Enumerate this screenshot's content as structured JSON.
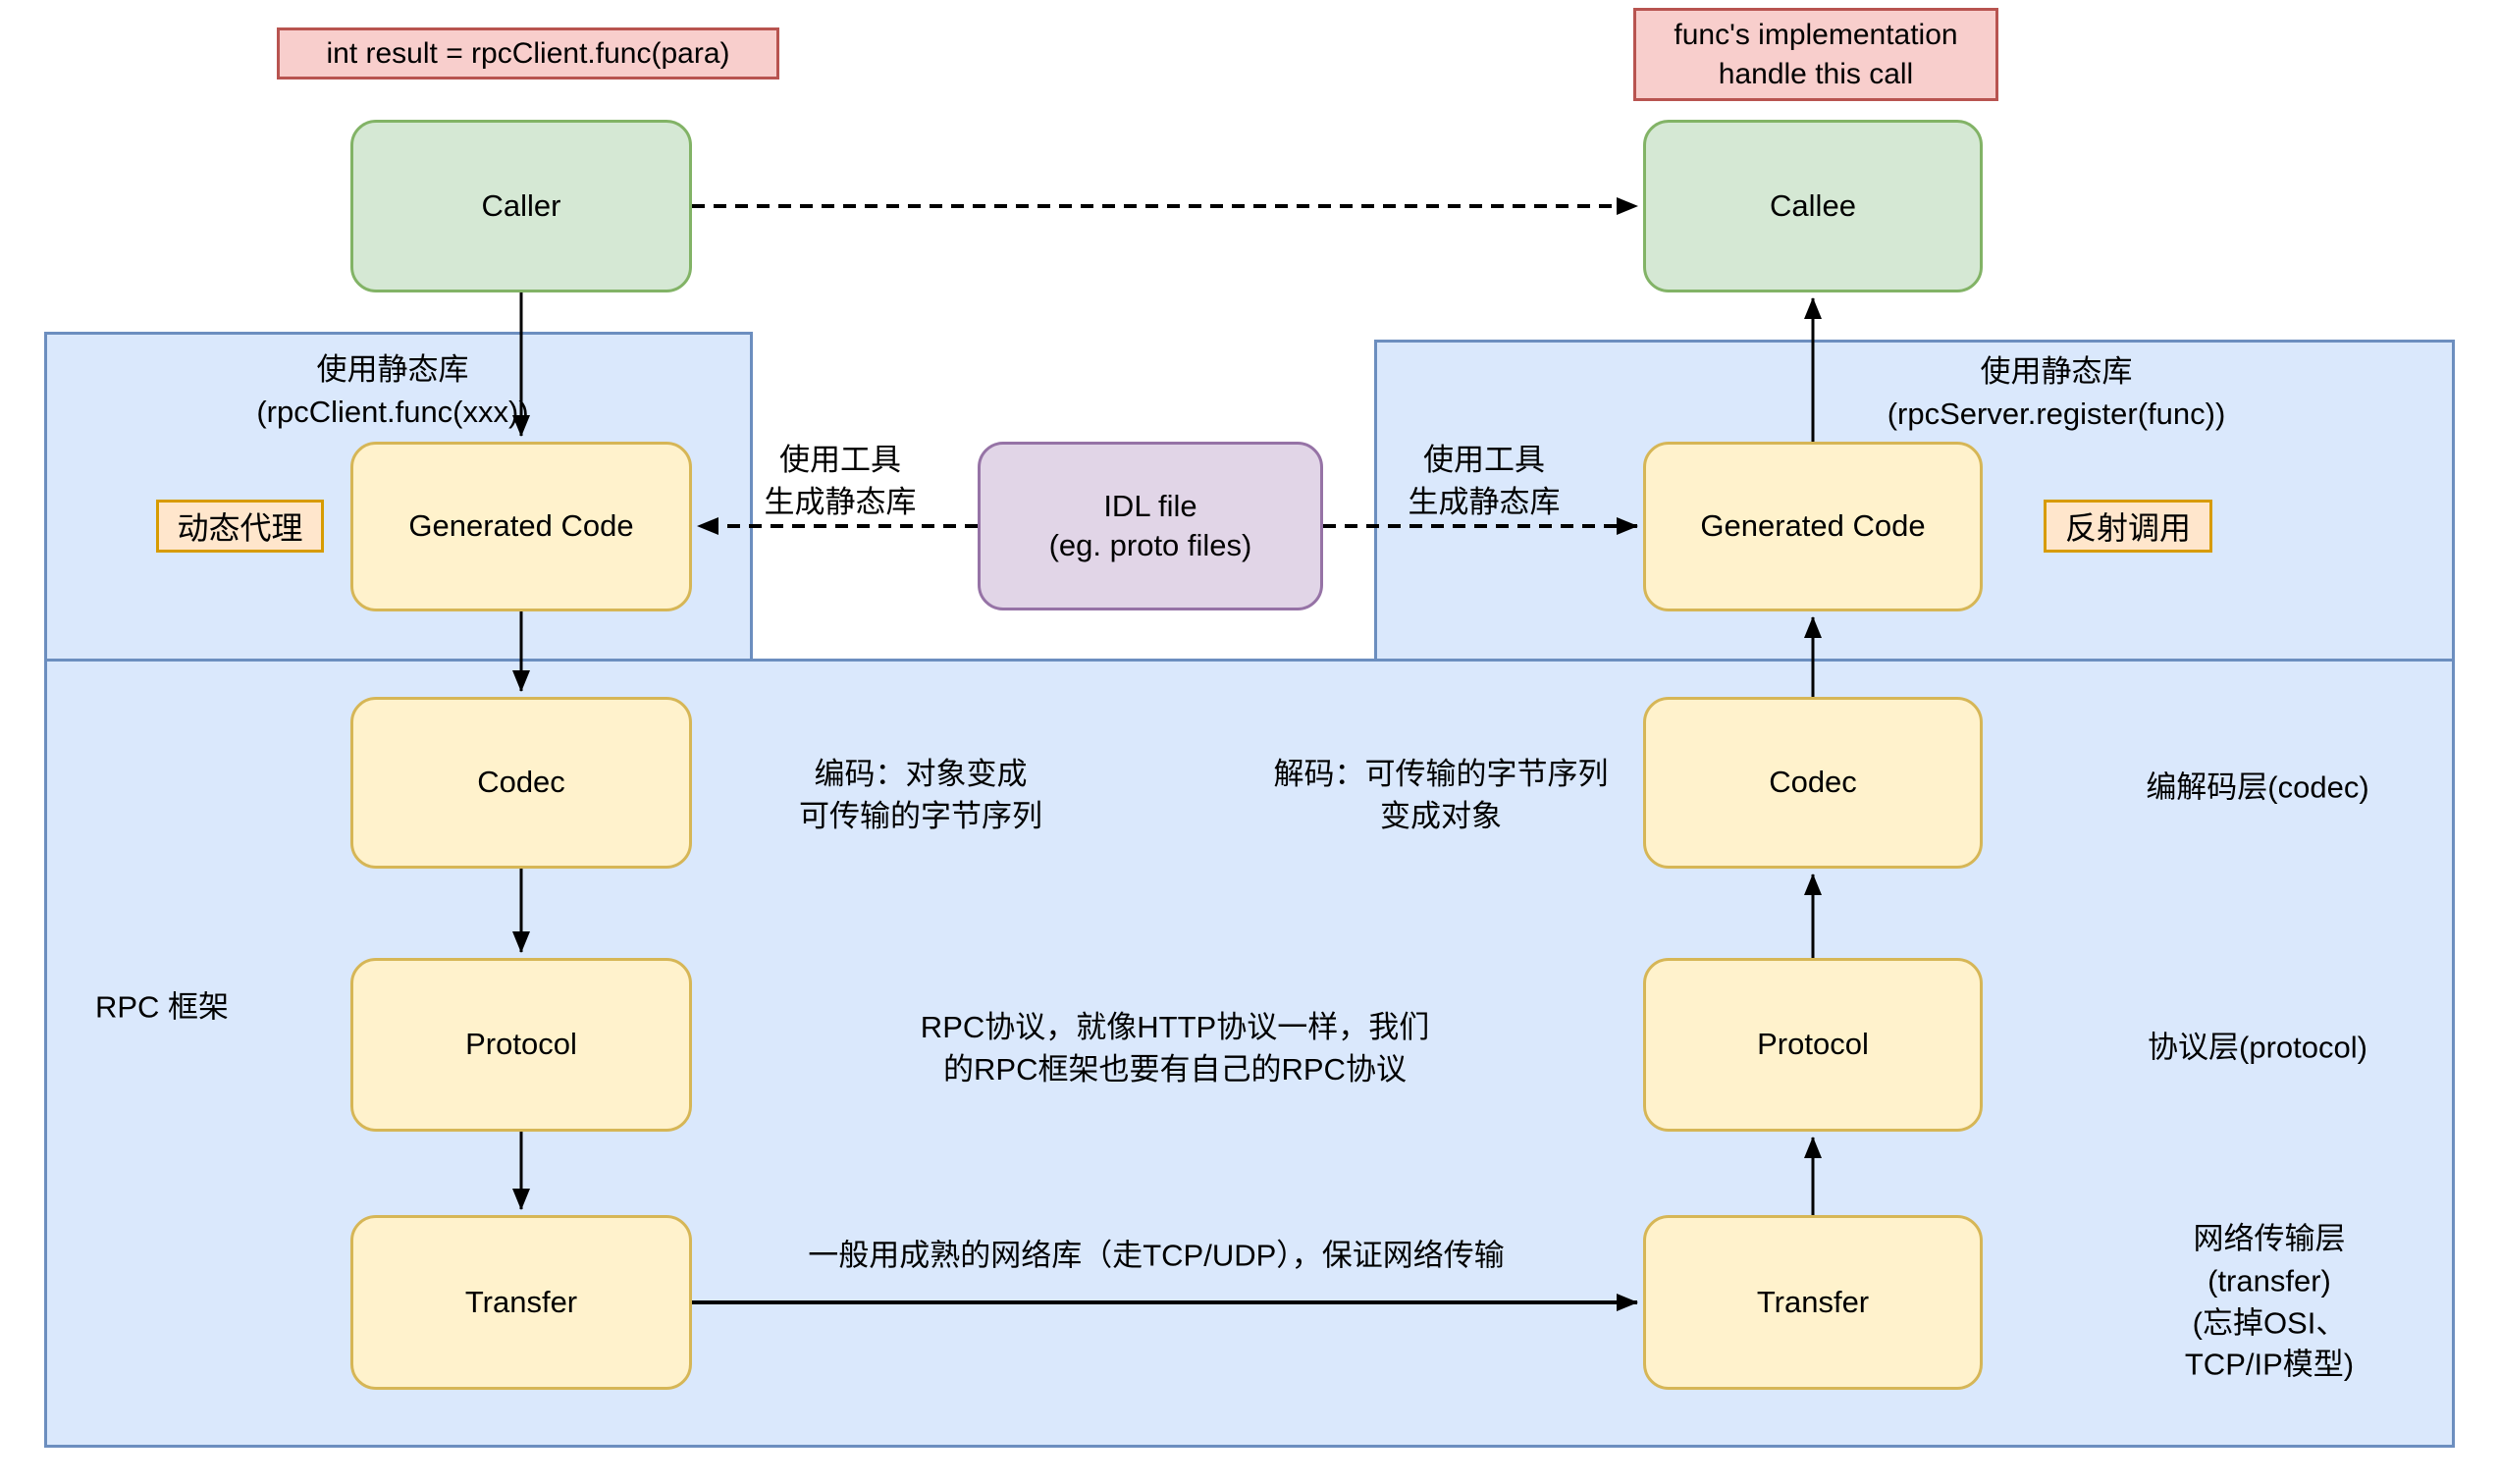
{
  "client": {
    "call_label": "int result = rpcClient.func(para)",
    "caller": "Caller",
    "static_lib_note": "使用静态库\n(rpcClient.func(xxx))",
    "proxy_tag": "动态代理",
    "generated_code": "Generated Code",
    "gen_tool_note": "使用工具\n生成静态库",
    "codec": "Codec",
    "protocol": "Protocol",
    "transfer": "Transfer"
  },
  "server": {
    "impl_label": "func's implementation\nhandle this call",
    "callee": "Callee",
    "static_lib_note": "使用静态库\n(rpcServer.register(func))",
    "reflection_tag": "反射调用",
    "generated_code": "Generated Code",
    "gen_tool_note": "使用工具\n生成静态库",
    "codec": "Codec",
    "protocol": "Protocol",
    "transfer": "Transfer"
  },
  "middle": {
    "idl_file": "IDL file\n(eg. proto files)"
  },
  "framework": {
    "rpc_framework_label": "RPC 框架",
    "encode_note": "编码：对象变成\n可传输的字节序列",
    "decode_note": "解码：可传输的字节序列\n变成对象",
    "codec_layer_label": "编解码层(codec)",
    "protocol_note": "RPC协议，就像HTTP协议一样，我们\n的RPC框架也要有自己的RPC协议",
    "protocol_layer_label": "协议层(protocol)",
    "transfer_note": "一般用成熟的网络库（走TCP/UDP），保证网络传输",
    "transfer_layer_label": "网络传输层(transfer)\n(忘掉OSI、TCP/IP模型)"
  },
  "colors": {
    "node_green_fill": "#d5e8d4",
    "node_green_stroke": "#82b366",
    "node_yellow_fill": "#fff2cc",
    "node_yellow_stroke": "#d6b656",
    "node_purple_fill": "#e1d5e7",
    "node_purple_stroke": "#9673a6",
    "label_red_fill": "#f8cecc",
    "label_red_stroke": "#b85450",
    "tag_orange_fill": "#ffe6cc",
    "tag_orange_stroke": "#d79b00",
    "panel_blue_fill": "#dae8fc",
    "panel_blue_stroke": "#6c8ebf",
    "arrow": "#000000"
  }
}
